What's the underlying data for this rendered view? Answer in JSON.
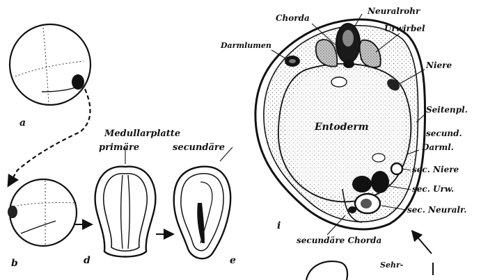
{
  "labels": {
    "a": "a",
    "b": "b",
    "d": "d",
    "e": "e",
    "i": "i",
    "medullarplatte": "Medullarplatte",
    "primare": "primäre",
    "secundare": "secundäre",
    "chorda": "Chorda",
    "neuralrohr": "Neuralrohr",
    "urwirbel": "Urwirbel",
    "darmlumen": "Darmlumen",
    "niere": "Niere",
    "seitenpl": "Seitenpl.",
    "entoderm": "Entoderm",
    "secund": "secund.",
    "darml": "Darml.",
    "sec_niere": "sec. Niere",
    "sec_urw": "sec. Urw.",
    "sec_neuralr": "sec. Neuralr.",
    "secundare_chorda": "secundäre Chorda",
    "sehr": "Sehr-"
  },
  "colors": {
    "ink": "#111111",
    "paper": "#ffffff",
    "stipple": "#7a7a7a"
  }
}
